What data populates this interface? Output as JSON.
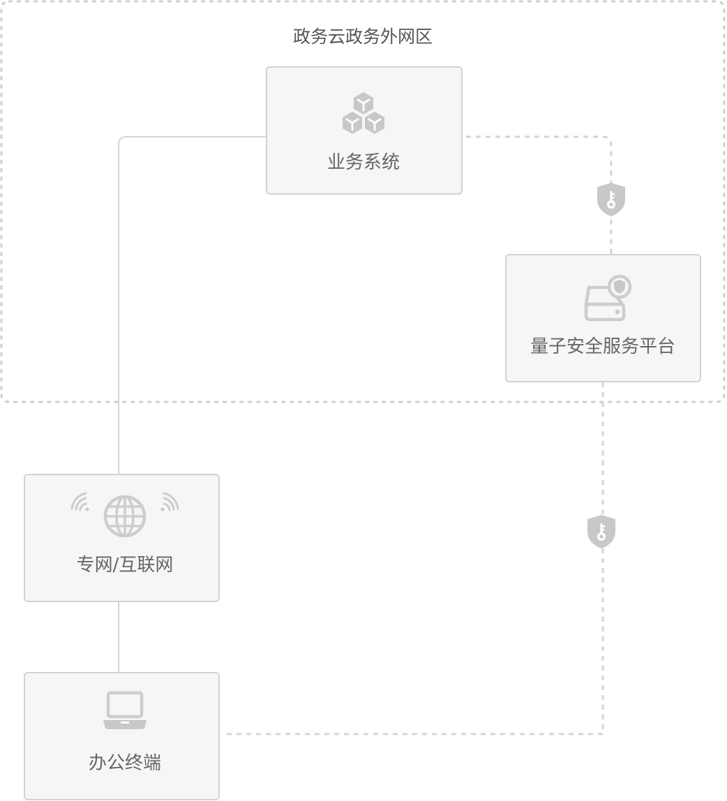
{
  "zone": {
    "title": "政务云政务外网区"
  },
  "nodes": {
    "business_system": {
      "label": "业务系统",
      "icon": "cubes-icon"
    },
    "quantum_platform": {
      "label": "量子安全服务平台",
      "icon": "secure-server-icon"
    },
    "network": {
      "label": "专网/互联网",
      "icon": "globe-wifi-icon"
    },
    "office_terminal": {
      "label": "办公终端",
      "icon": "laptop-icon"
    }
  },
  "connectors": {
    "encrypted_icon": "shield-key-icon"
  },
  "colors": {
    "box_fill": "#f6f6f6",
    "box_border": "#d2d2d2",
    "line": "#d4d4d4",
    "icon": "#c8c8c8",
    "text": "#666666"
  }
}
